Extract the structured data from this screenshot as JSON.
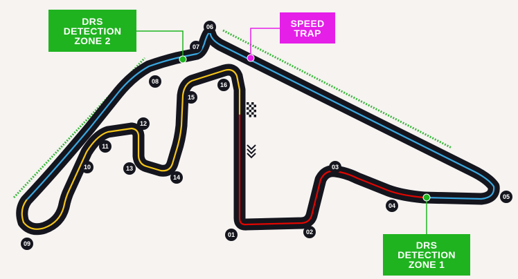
{
  "colors": {
    "background": "#f6f3f1",
    "track": "#15151e",
    "sector1": "#e10600",
    "sector2": "#39a8e0",
    "sector3": "#f5c518",
    "drs": "#1fb31f",
    "speed_trap": "#e51ee8",
    "drs_zone_hatch": "#3bb83b",
    "corner_badge": "#15151e"
  },
  "labels": {
    "drs_zone_2": [
      "DRS",
      "DETECTION",
      "ZONE 2"
    ],
    "speed_trap": [
      "SPEED",
      "TRAP"
    ],
    "drs_zone_1": [
      "DRS",
      "DETECTION",
      "ZONE 1"
    ]
  },
  "corners": [
    "01",
    "02",
    "03",
    "04",
    "05",
    "06",
    "07",
    "08",
    "09",
    "10",
    "11",
    "12",
    "13",
    "14",
    "15",
    "16"
  ],
  "icons": {
    "start_finish": "checkered-flag-icon",
    "direction": "direction-chevrons-icon"
  }
}
